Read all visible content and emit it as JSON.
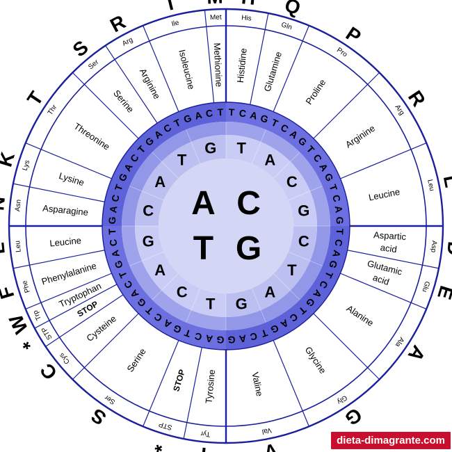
{
  "colors": {
    "line": "#1a1f9c",
    "ring_outer_base": "#6b6fe0",
    "ring_mid_base": "#9fa3ec",
    "ring_inner_base": "#c9ccf4",
    "ring_outer_alt": "#5e62d8",
    "ring_mid_alt": "#9297e8",
    "ring_inner_alt": "#bcc0f0",
    "center": "#d4d6f6",
    "watermark_bg": "#c8102e"
  },
  "watermark": "dieta-dimagrante.com",
  "wheel": {
    "first": [
      "A",
      "C",
      "G",
      "T"
    ],
    "second": [
      "T",
      "A",
      "C",
      "G",
      "C",
      "T",
      "A",
      "G",
      "T",
      "C",
      "A",
      "G",
      "C",
      "A",
      "T",
      "G"
    ],
    "third_sets": [
      [
        "T",
        "C",
        "A",
        "G"
      ],
      [
        "T",
        "C",
        "A",
        "G"
      ],
      [
        "T",
        "C",
        "A",
        "G"
      ],
      [
        "T",
        "C",
        "A",
        "G"
      ],
      [
        "T",
        "C",
        "A",
        "G"
      ],
      [
        "T",
        "C",
        "A",
        "G"
      ],
      [
        "T",
        "C",
        "A",
        "G"
      ],
      [
        "T",
        "C",
        "A",
        "G"
      ],
      [
        "G",
        "A",
        "C",
        "T"
      ],
      [
        "G",
        "A",
        "C",
        "T"
      ],
      [
        "G",
        "A",
        "C",
        "T"
      ],
      [
        "G",
        "A",
        "C",
        "T"
      ],
      [
        "G",
        "A",
        "C",
        "T"
      ],
      [
        "G",
        "A",
        "C",
        "T"
      ],
      [
        "G",
        "A",
        "C",
        "T"
      ],
      [
        "G",
        "A",
        "C",
        "T"
      ]
    ],
    "amino_acids": [
      {
        "name": "Histidine",
        "abbr": "His",
        "letter": "H",
        "span": 2
      },
      {
        "name": "Glutamine",
        "abbr": "Gln",
        "letter": "Q",
        "span": 2
      },
      {
        "name": "Proline",
        "abbr": "Pro",
        "letter": "P",
        "span": 4
      },
      {
        "name": "Arginine",
        "abbr": "Arg",
        "letter": "R",
        "span": 4
      },
      {
        "name": "Leucine",
        "abbr": "Leu",
        "letter": "L",
        "span": 4
      },
      {
        "name": "Aspartic acid",
        "abbr": "Asp",
        "letter": "D",
        "span": 2
      },
      {
        "name": "Glutamic acid",
        "abbr": "Glu",
        "letter": "E",
        "span": 2
      },
      {
        "name": "Alanine",
        "abbr": "Ala",
        "letter": "A",
        "span": 4
      },
      {
        "name": "Glycine",
        "abbr": "Gly",
        "letter": "G",
        "span": 4
      },
      {
        "name": "Valine",
        "abbr": "Val",
        "letter": "V",
        "span": 4
      },
      {
        "name": "Tyrosine",
        "abbr": "Tyr",
        "letter": "Y",
        "span": 2
      },
      {
        "name": "STOP",
        "abbr": "STP",
        "letter": "*",
        "span": 2,
        "stop": true
      },
      {
        "name": "Serine",
        "abbr": "Ser",
        "letter": "S",
        "span": 4
      },
      {
        "name": "Cysteine",
        "abbr": "Cys",
        "letter": "C",
        "span": 2
      },
      {
        "name": "STOP",
        "abbr": "STP",
        "letter": "*",
        "span": 1,
        "stop": true
      },
      {
        "name": "Tryptophan",
        "abbr": "Trp",
        "letter": "W",
        "span": 1
      },
      {
        "name": "Phenylalanine",
        "abbr": "Phe",
        "letter": "F",
        "span": 2
      },
      {
        "name": "Leucine",
        "abbr": "Leu",
        "letter": "L",
        "span": 2
      },
      {
        "name": "Asparagine",
        "abbr": "Asn",
        "letter": "N",
        "span": 2
      },
      {
        "name": "Lysine",
        "abbr": "Lys",
        "letter": "K",
        "span": 2
      },
      {
        "name": "Threonine",
        "abbr": "Thr",
        "letter": "T",
        "span": 4
      },
      {
        "name": "Serine",
        "abbr": "Ser",
        "letter": "S",
        "span": 2
      },
      {
        "name": "Arginine",
        "abbr": "Arg",
        "letter": "R",
        "span": 2
      },
      {
        "name": "Isoleucine",
        "abbr": "Ile",
        "letter": "I",
        "span": 3
      },
      {
        "name": "Methionine",
        "abbr": "Met",
        "letter": "M",
        "span": 1
      }
    ]
  }
}
